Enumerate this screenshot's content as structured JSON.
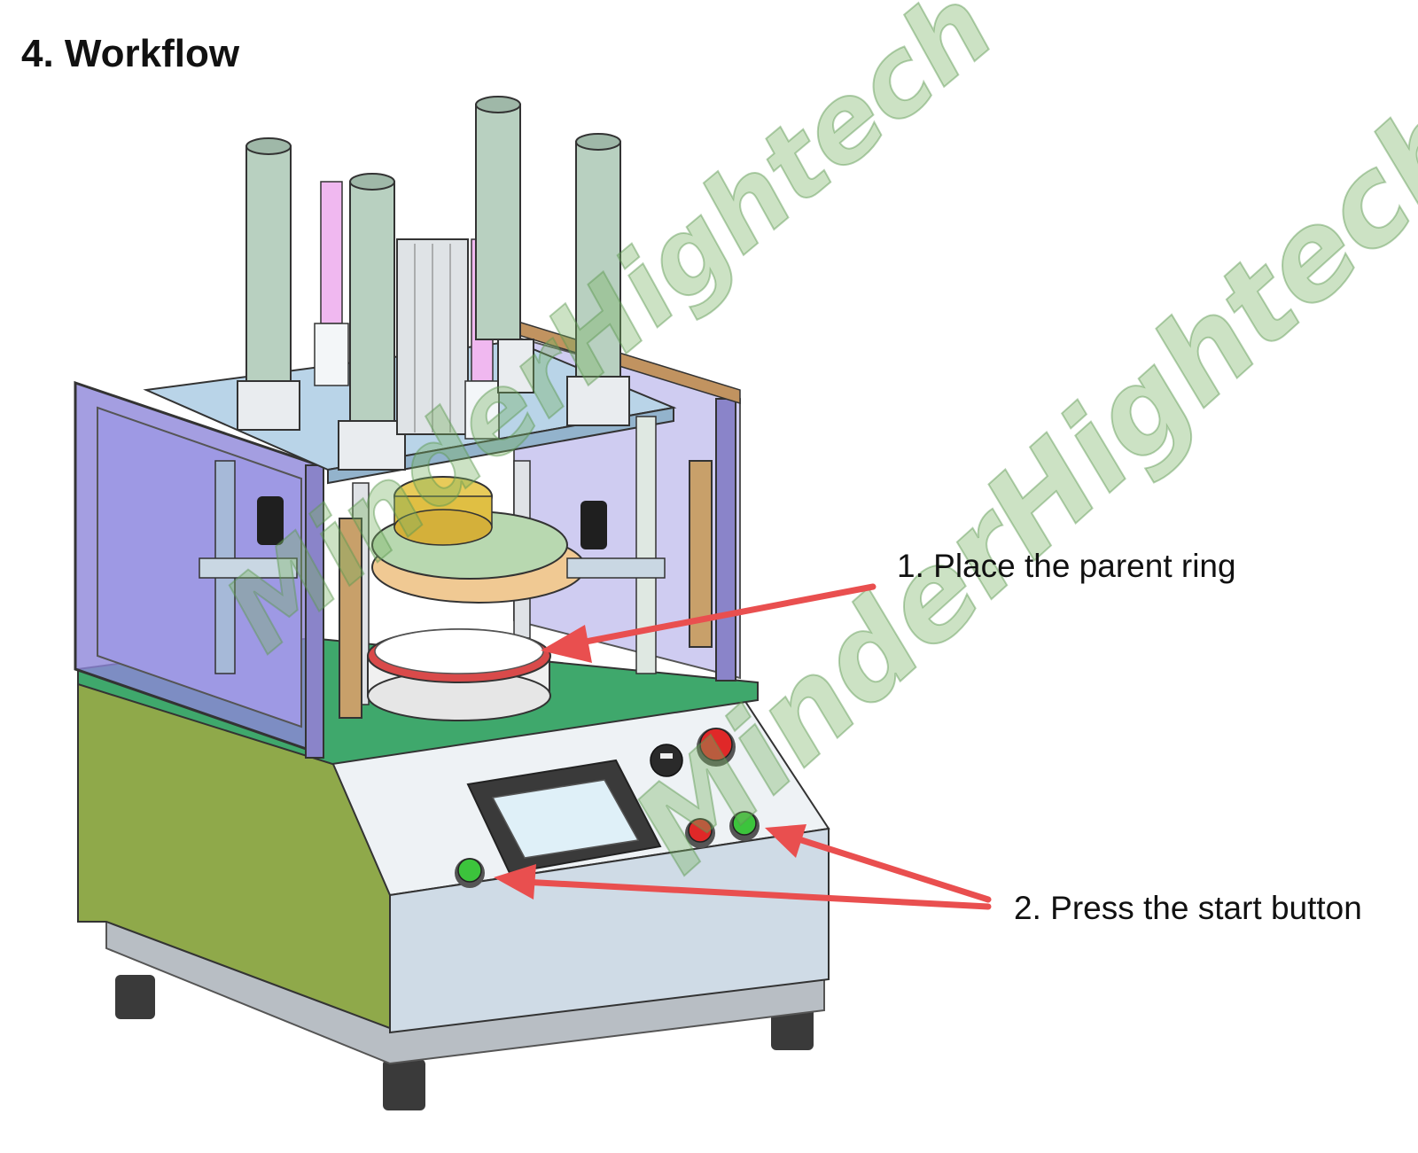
{
  "page": {
    "title": "4. Workflow"
  },
  "callouts": [
    {
      "label": "1. Place the parent ring"
    },
    {
      "label": "2. Press the start button"
    }
  ],
  "watermark": {
    "text_upper": "MinderHightech",
    "text_lower": "MinderHightech"
  },
  "colors": {
    "arrow": "#e94f4f",
    "cabinet_green": "#8fa94a",
    "table_green": "#3fa86c",
    "panel_white": "#eef2f5",
    "glass_purple": "#8d86d9",
    "cylinder": "#b8d0c0",
    "button_green": "#3cc43c",
    "button_red": "#e02828"
  }
}
